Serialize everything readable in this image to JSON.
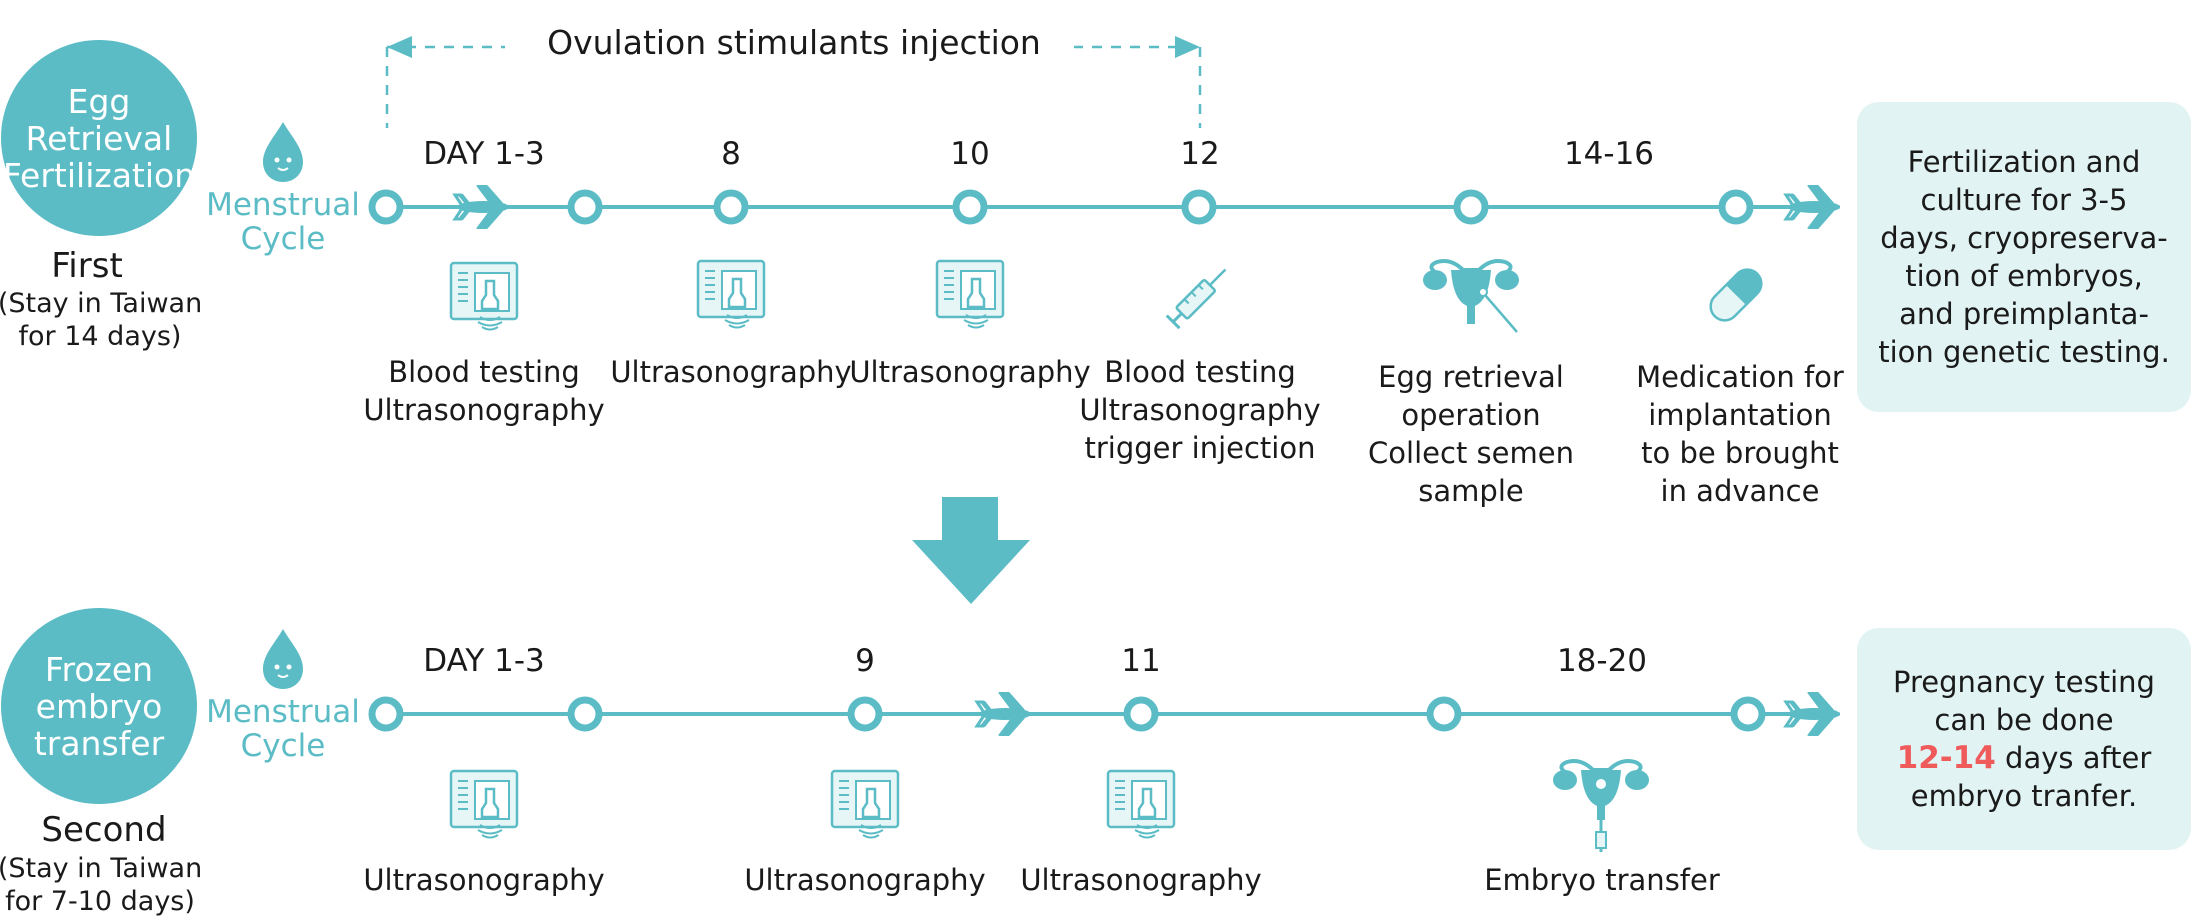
{
  "theme": {
    "accent": "#5bbcc6",
    "box_bg": "#e1f3f3",
    "highlight": "#ef5a5a",
    "text": "#1a1a1a"
  },
  "first": {
    "badge": "Egg\nRetrieval\nFertilization",
    "title": "First",
    "note": "(Stay in Taiwan\nfor 14 days)",
    "menstrual": "Menstrual\nCycle",
    "injection_label": "Ovulation stimulants injection",
    "days": [
      {
        "label": "DAY 1-3"
      },
      {
        "label": "8"
      },
      {
        "label": "10"
      },
      {
        "label": "12"
      },
      {
        "label": "14-16"
      }
    ],
    "steps": [
      {
        "text": "Blood testing\nUltrasonography",
        "icon": "ultrasound-icon"
      },
      {
        "text": "Ultrasonography",
        "icon": "ultrasound-icon"
      },
      {
        "text": "Ultrasonography",
        "icon": "ultrasound-icon"
      },
      {
        "text": "Blood testing\nUltrasonography\ntrigger injection",
        "icon": "syringe-icon"
      },
      {
        "text": "Egg retrieval operation\nCollect semen sample",
        "icon": "uterus-retrieval-icon"
      },
      {
        "text": "Medication for\nimplantation\nto be brought\nin advance",
        "icon": "capsule-icon"
      }
    ],
    "box": "Fertilization and\nculture for 3-5\ndays, cryopreserva-\ntion of embryos,\nand preimplanta-\ntion genetic testing."
  },
  "second": {
    "badge": "Frozen\nembryo\ntransfer",
    "title": "Second",
    "note": "(Stay in Taiwan\nfor 7-10 days)",
    "menstrual": "Menstrual\nCycle",
    "days": [
      {
        "label": "DAY 1-3"
      },
      {
        "label": "9"
      },
      {
        "label": "11"
      },
      {
        "label": "18-20"
      }
    ],
    "steps": [
      {
        "text": "Ultrasonography",
        "icon": "ultrasound-icon"
      },
      {
        "text": "Ultrasonography",
        "icon": "ultrasound-icon"
      },
      {
        "text": "Ultrasonography",
        "icon": "ultrasound-icon"
      },
      {
        "text": "Embryo transfer",
        "icon": "embryo-transfer-icon"
      }
    ],
    "box": {
      "line1": "Pregnancy testing\ncan be done",
      "highlight": "12-14",
      "line2": " days after\nembryo tranfer."
    }
  }
}
